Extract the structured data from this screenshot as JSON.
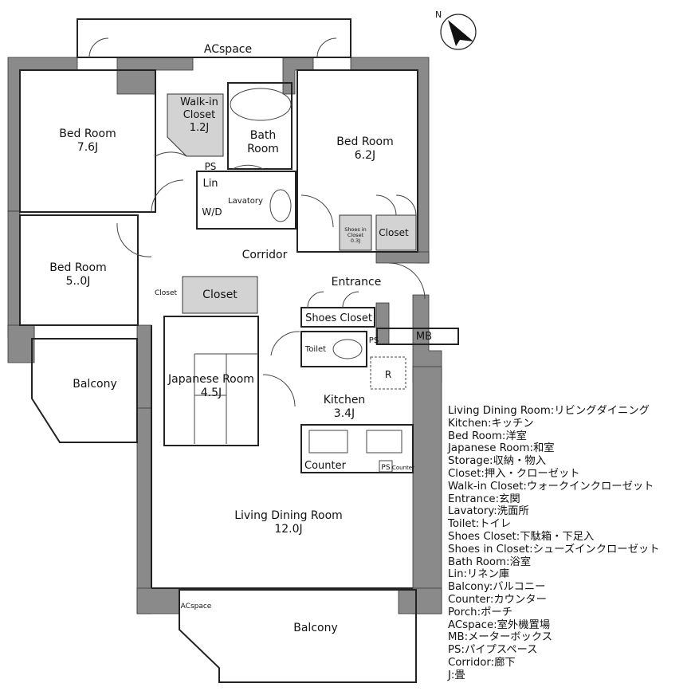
{
  "rooms": {
    "acspace_top": "ACspace",
    "bed1_name": "Bed Room",
    "bed1_size": "7.6J",
    "walkin_name1": "Walk-in",
    "walkin_name2": "Closet",
    "walkin_size": "1.2J",
    "bath_name1": "Bath",
    "bath_name2": "Room",
    "bed2_name": "Bed Room",
    "bed2_size": "6.2J",
    "ps1": "PS",
    "lin": "Lin",
    "wd": "W/D",
    "lavatory": "Lavatory",
    "shoes_in_1": "Shoes in",
    "shoes_in_2": "Closet",
    "shoes_in_3": "0.3J",
    "closet_right": "Closet",
    "bed3_name": "Bed Room",
    "bed3_size": "5..0J",
    "corridor": "Corridor",
    "closet_small": "Closet",
    "closet_mid": "Closet",
    "entrance": "Entrance",
    "shoes_closet": "Shoes Closet",
    "mb": "MB",
    "toilet": "Toilet",
    "ps2": "PS",
    "r": "R",
    "balcony_left": "Balcony",
    "japanese_name": "Japanese Room",
    "japanese_size": "4.5J",
    "kitchen_name": "Kitchen",
    "kitchen_size": "3.4J",
    "counter": "Counter",
    "ps3": "PS",
    "counter_small": "Counter",
    "living_name": "Living Dining Room",
    "living_size": "12.0J",
    "acspace_bottom": "ACspace",
    "balcony_bottom": "Balcony"
  },
  "legend": [
    "Living Dining Room:リビングダイニング",
    "Kitchen:キッチン",
    "Bed Room:洋室",
    "Japanese Room:和室",
    "Storage:収納・物入",
    "Closet:押入・クローゼット",
    "Walk-in Closet:ウォークインクローゼット",
    "Entrance:玄関",
    "Lavatory:洗面所",
    "Toilet:トイレ",
    "Shoes Closet:下駄箱・下足入",
    "Shoes in Closet:シューズインクローゼット",
    "Bath Room:浴室",
    "Lin:リネン庫",
    "Balcony:バルコニー",
    "Counter:カウンター",
    "Porch:ポーチ",
    "ACspace:室外機置場",
    "MB:メーターボックス",
    "PS:パイプスペース",
    "Corridor:廊下",
    "J:畳"
  ],
  "compass": {
    "label": "N"
  },
  "colors": {
    "wall": "#8a8a8a",
    "storage": "#d3d3d3",
    "line": "#222222"
  }
}
